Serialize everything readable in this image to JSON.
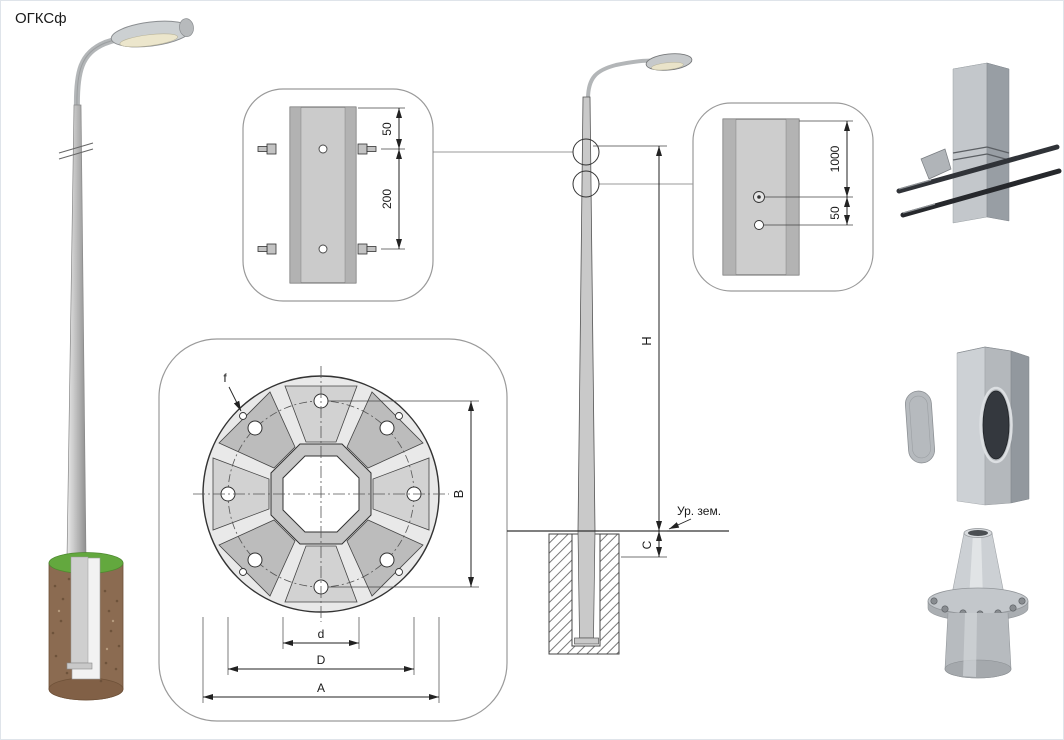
{
  "title": "ОГКСф",
  "callout_bolt_detail": {
    "dim_edge": "50",
    "dim_spacing": "200"
  },
  "callout_mount_detail": {
    "dim_spacing": "1000",
    "dim_offset": "50"
  },
  "flange_detail": {
    "hole_label": "f",
    "dim_B": "B",
    "dim_d": "d",
    "dim_D": "D",
    "dim_A": "A"
  },
  "elevation": {
    "dim_H": "H",
    "dim_C": "C",
    "ground_label": "Ур. зем."
  },
  "colors": {
    "line": "#3a3a3a",
    "steel_light": "#d9d9d9",
    "steel_mid": "#c0c0c0",
    "steel_dark": "#939393",
    "grass": "#63a83e",
    "soil": "#8b6b51",
    "lens": "#ece6cc"
  }
}
